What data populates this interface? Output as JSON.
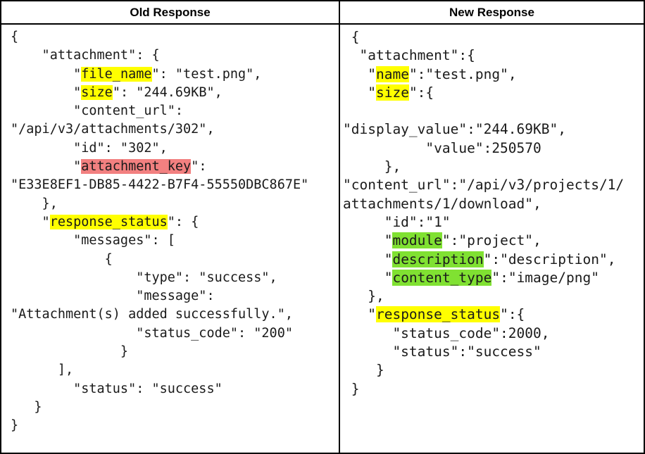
{
  "colors": {
    "highlight_yellow": "#ffff00",
    "highlight_red": "#f28080",
    "highlight_green": "#80e132",
    "border": "#000000",
    "text": "#1a1a1a"
  },
  "table": {
    "columns": [
      {
        "header": "Old Response",
        "lines": [
          [
            "{"
          ],
          [
            "    \"attachment\": {"
          ],
          [
            "        \"",
            {
              "t": "file_name",
              "h": "y"
            },
            "\": \"test.png\","
          ],
          [
            "        \"",
            {
              "t": "size",
              "h": "y"
            },
            "\": \"244.69KB\","
          ],
          [
            "        \"content_url\":"
          ],
          [
            "\"/api/v3/attachments/302\","
          ],
          [
            "        \"id\": \"302\","
          ],
          [
            "        \"",
            {
              "t": "attachment_key",
              "h": "r"
            },
            "\":"
          ],
          [
            "\"E33E8EF1-DB85-4422-B7F4-55550DBC867E\""
          ],
          [
            "    },"
          ],
          [
            "    \"",
            {
              "t": "response_status",
              "h": "y"
            },
            "\": {"
          ],
          [
            "        \"messages\": ["
          ],
          [
            "            {"
          ],
          [
            "                \"type\": \"success\","
          ],
          [
            "                \"message\":"
          ],
          [
            "\"Attachment(s) added successfully.\","
          ],
          [
            "                \"status_code\": \"200\""
          ],
          [
            "              }"
          ],
          [
            "      ],"
          ],
          [
            "        \"status\": \"success\""
          ],
          [
            "   }"
          ],
          [
            "}"
          ]
        ]
      },
      {
        "header": "New Response",
        "lines": [
          [
            " {"
          ],
          [
            "  \"attachment\":{"
          ],
          [
            "   \"",
            {
              "t": "name",
              "h": "y"
            },
            "\":\"test.png\","
          ],
          [
            "   \"",
            {
              "t": "size",
              "h": "y"
            },
            "\":{"
          ],
          [
            ""
          ],
          [
            "\"display_value\":\"244.69KB\","
          ],
          [
            "          \"value\":250570"
          ],
          [
            "     },"
          ],
          [
            "\"content_url\":\"/api/v3/projects/1/"
          ],
          [
            "attachments/1/download\","
          ],
          [
            "     \"id\":\"1\""
          ],
          [
            "     \"",
            {
              "t": "module",
              "h": "g"
            },
            "\":\"project\","
          ],
          [
            "     \"",
            {
              "t": "description",
              "h": "g"
            },
            "\":\"description\","
          ],
          [
            "     \"",
            {
              "t": "content_type",
              "h": "g"
            },
            "\":\"image/png\""
          ],
          [
            "   },"
          ],
          [
            "   \"",
            {
              "t": "response_status",
              "h": "y"
            },
            "\":{"
          ],
          [
            "      \"status_code\":2000,"
          ],
          [
            "      \"status\":\"success\""
          ],
          [
            "    }"
          ],
          [
            " }"
          ]
        ]
      }
    ]
  }
}
